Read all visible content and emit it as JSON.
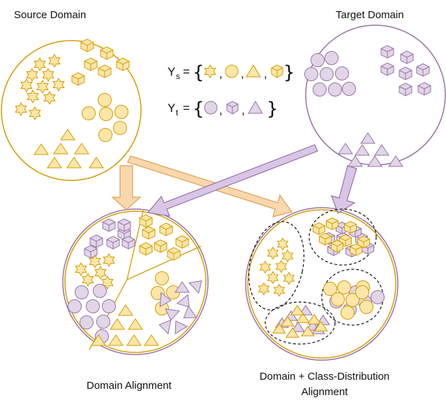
{
  "labels": {
    "source_domain": "Source Domain",
    "target_domain": "Target Domain",
    "domain_alignment": "Domain Alignment",
    "class_alignment_line1": "Domain + Class-Distribution",
    "class_alignment_line2": "Alignment"
  },
  "equations": {
    "ys_letter": "Y",
    "ys_sub": "s",
    "yt_letter": "Y",
    "yt_sub": "t",
    "equals": "=",
    "open_brace": "{",
    "close_brace": "}",
    "comma": ","
  },
  "colors": {
    "source_fill": "#fde6a8",
    "source_stroke": "#d79b00",
    "target_fill": "#e1d5e7",
    "target_stroke": "#9673a6",
    "arrow_source_fill": "#fad7ac",
    "arrow_source_stroke": "#e0a050",
    "arrow_target_fill": "#d9c6e6",
    "arrow_target_stroke": "#9673a6",
    "text": "#111111"
  },
  "icons": [
    "star-icon",
    "circle-icon",
    "triangle-icon",
    "cube-icon"
  ]
}
